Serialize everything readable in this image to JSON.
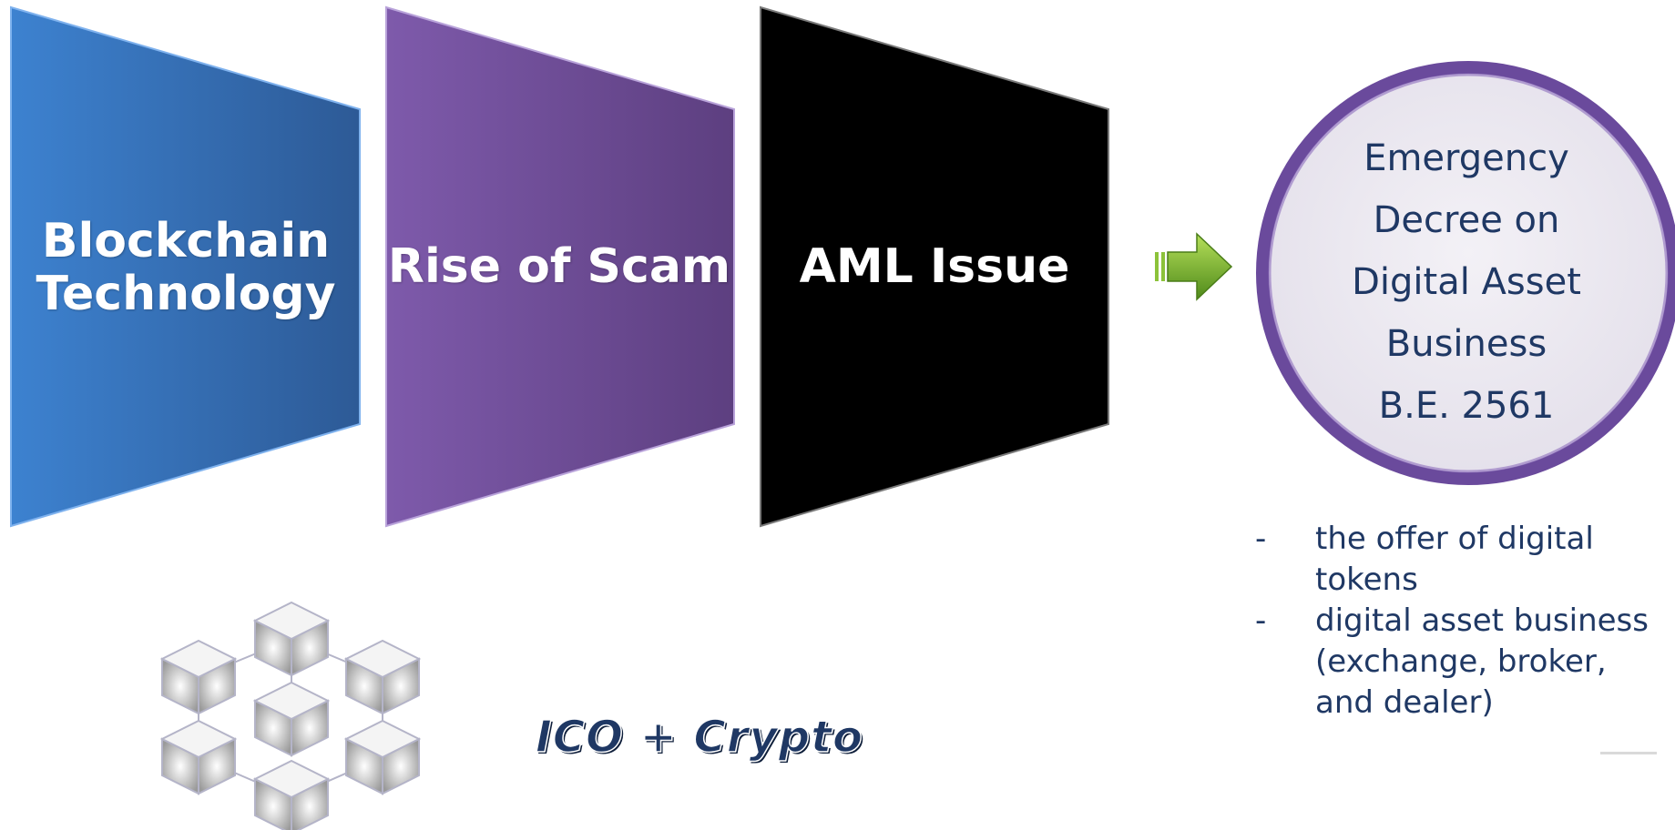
{
  "panels": [
    {
      "label": "Blockchain Technology",
      "color_light": "#3d82d0",
      "color_dark": "#2d5a96"
    },
    {
      "label": "Rise of Scam",
      "color_light": "#7e5aab",
      "color_dark": "#5d3f80"
    },
    {
      "label": "AML Issue",
      "color_light": "#000000",
      "color_dark": "#000000"
    }
  ],
  "arrow": {
    "icon": "right-arrow-icon",
    "color": "#7cb92f"
  },
  "circle": {
    "lines": [
      "Emergency",
      "Decree on",
      "Digital Asset",
      "Business",
      "B.E. 2561"
    ],
    "border_color": "#6a4a9c",
    "fill_color": "#ebe7f0"
  },
  "bullets": [
    {
      "marker": "-",
      "text": "the offer of digital tokens"
    },
    {
      "marker": "-",
      "text": "digital asset business (exchange, broker, and dealer)"
    }
  ],
  "footer_text": "ICO + Crypto",
  "network_icon": "blockchain-cubes-icon"
}
